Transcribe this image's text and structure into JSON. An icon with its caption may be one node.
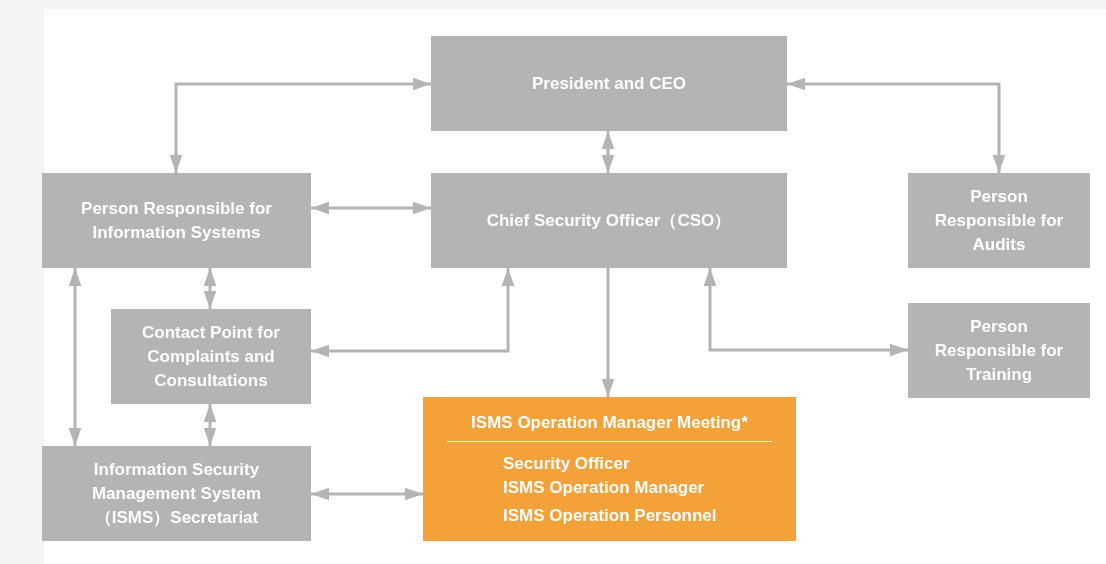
{
  "diagram": {
    "nodes": [
      {
        "text": [
          "President and CEO"
        ]
      },
      {
        "text": [
          "Person Responsible for Information Systems"
        ]
      },
      {
        "text": [
          "Chief Security Officer（CSO）"
        ]
      },
      {
        "text": [
          "Person Responsible for Audits"
        ]
      },
      {
        "text": [
          "Contact Point for Complaints and Consultations"
        ]
      },
      {
        "text": [
          "Person Responsible for Training"
        ]
      },
      {
        "text": [
          "Information Security Management System（ISMS）Secretariat"
        ]
      },
      {
        "text": [
          "ISMS Operation Manager Meeting*",
          "Security Officer",
          "ISMS Operation Manager",
          "ISMS Operation Personnel"
        ]
      }
    ],
    "edges": [
      {
        "from": 1,
        "to": 0,
        "arrow": "both"
      },
      {
        "from": 0,
        "to": 3,
        "arrow": "both"
      },
      {
        "from": 0,
        "to": 2,
        "arrow": "both"
      },
      {
        "from": 1,
        "to": 2,
        "arrow": "both"
      },
      {
        "from": 1,
        "to": 4,
        "arrow": "both"
      },
      {
        "from": 1,
        "to": 6,
        "arrow": "both"
      },
      {
        "from": 4,
        "to": 6,
        "arrow": "both"
      },
      {
        "from": 4,
        "to": 2,
        "arrow": "both"
      },
      {
        "from": 2,
        "to": 7,
        "arrow": "to"
      },
      {
        "from": 2,
        "to": 5,
        "arrow": "both"
      },
      {
        "from": 6,
        "to": 7,
        "arrow": "both"
      }
    ]
  }
}
